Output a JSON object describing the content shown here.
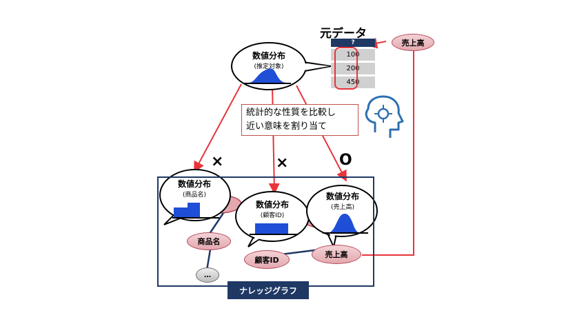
{
  "source": {
    "title": "元データ",
    "column_header": "?",
    "values": [
      "100",
      "200",
      "450"
    ],
    "attribute_label": "売上高"
  },
  "query_bubble": {
    "title": "数値分布",
    "subtitle": "(推定対象)"
  },
  "callout": {
    "line1": "統計的な性質を比較し",
    "line2": "近い意味を割り当て"
  },
  "marks": {
    "left": "×",
    "middle": "×",
    "right": "O"
  },
  "knowledge_graph": {
    "label": "ナレッジグラフ",
    "bubbles": [
      {
        "title": "数値分布",
        "subtitle": "(商品名)"
      },
      {
        "title": "数値分布",
        "subtitle": "(顧客ID)"
      },
      {
        "title": "数値分布",
        "subtitle": "(売上高)"
      }
    ],
    "nodes": {
      "product": "商品名",
      "customer": "顧客ID",
      "sales": "売上高",
      "more": "…"
    }
  },
  "colors": {
    "navy": "#1f3864",
    "red": "#e8343a",
    "blue": "#1f4fd6",
    "pink": "#e3a8af"
  }
}
